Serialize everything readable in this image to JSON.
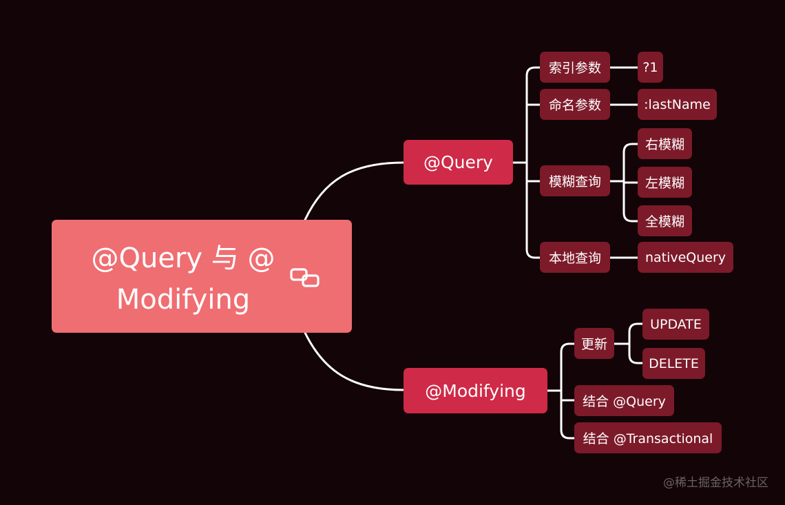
{
  "root": {
    "title": "@Query 与 @ Modifying",
    "icon": "link-icon"
  },
  "branches": {
    "query": {
      "label": "@Query",
      "items": {
        "index": {
          "label": "索引参数",
          "children": [
            "?1"
          ]
        },
        "named": {
          "label": "命名参数",
          "children": [
            ":lastName"
          ]
        },
        "fuzzy": {
          "label": "模糊查询",
          "children": [
            "右模糊",
            "左模糊",
            "全模糊"
          ]
        },
        "native": {
          "label": "本地查询",
          "children": [
            "nativeQuery"
          ]
        }
      }
    },
    "modifying": {
      "label": "@Modifying",
      "items": {
        "update": {
          "label": "更新",
          "children": [
            "UPDATE",
            "DELETE"
          ]
        },
        "with_query": {
          "label": "结合 @Query"
        },
        "with_tx": {
          "label": "结合 @Transactional"
        }
      }
    }
  },
  "watermark": "@稀土掘金技术社区",
  "colors": {
    "background": "#120407",
    "root": "#ef6e72",
    "level1": "#cf2a47",
    "level2": "#7c1a2a",
    "connector": "#ffffff"
  }
}
